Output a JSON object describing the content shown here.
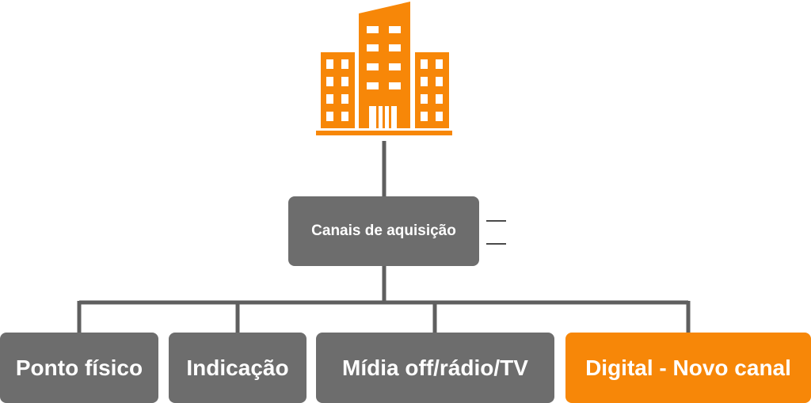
{
  "diagram": {
    "root": {
      "label": "Canais de aquisição"
    },
    "children": [
      {
        "label": "Ponto físico",
        "highlight": false
      },
      {
        "label": "Indicação",
        "highlight": false
      },
      {
        "label": "Mídia off/rádio/TV",
        "highlight": false
      },
      {
        "label": "Digital - Novo canal",
        "highlight": true
      }
    ],
    "colors": {
      "accent": "#F78708",
      "node": "#6D6D6D",
      "connector": "#5F5F5F",
      "text": "#FFFFFF"
    },
    "icon": "building-icon"
  }
}
